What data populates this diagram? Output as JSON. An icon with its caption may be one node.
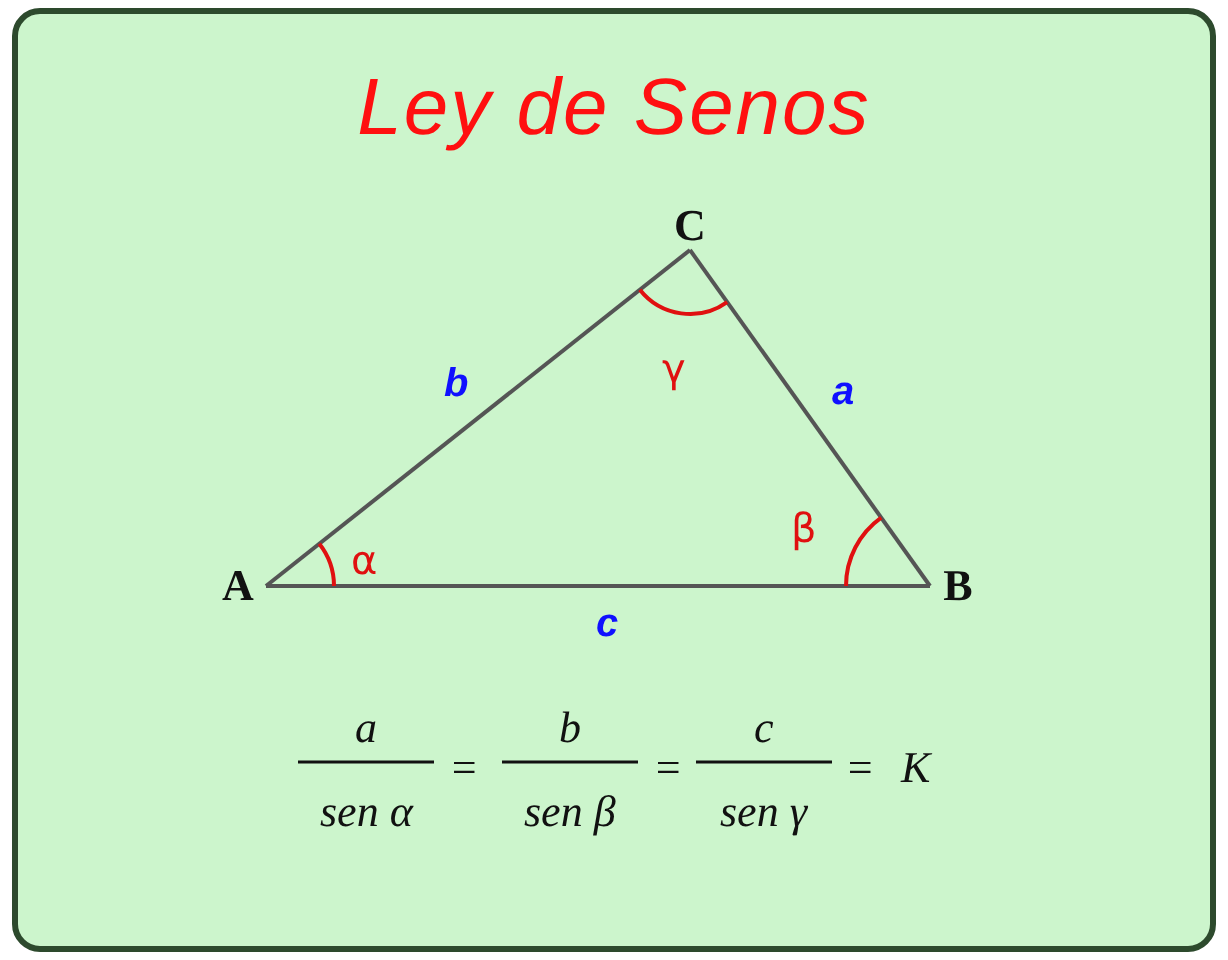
{
  "diagram": {
    "title": "Ley de Senos",
    "nodes": [
      {
        "text": [
          "A"
        ]
      },
      {
        "text": [
          "B"
        ]
      },
      {
        "text": [
          "C"
        ]
      }
    ],
    "edges": [
      {
        "from": 0,
        "to": 2,
        "arrow": "none",
        "label": "b"
      },
      {
        "from": 2,
        "to": 1,
        "arrow": "none",
        "label": "a"
      },
      {
        "from": 0,
        "to": 1,
        "arrow": "none",
        "label": "c"
      }
    ],
    "labels": [
      "γ",
      "β",
      "α",
      "a",
      "sen α",
      "=",
      "b",
      "sen β",
      "=",
      "c",
      "sen γ",
      "=",
      "K"
    ]
  }
}
